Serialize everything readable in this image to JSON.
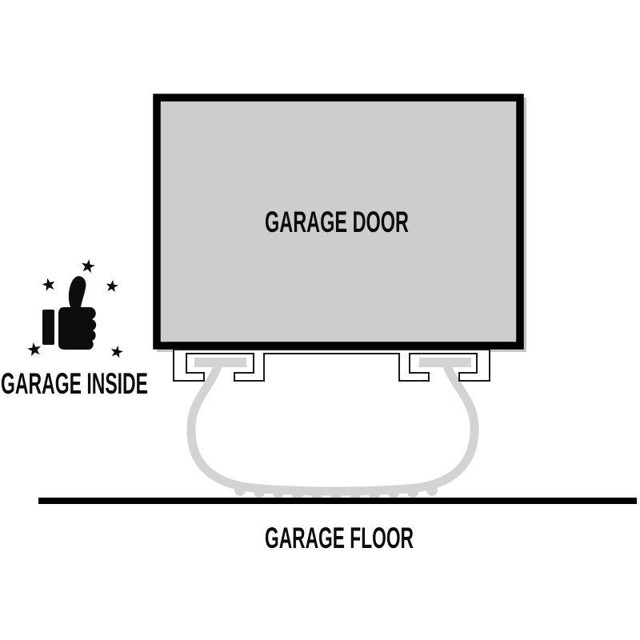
{
  "diagram": {
    "door_label": "GARAGE DOOR",
    "inside_label": "GARAGE INSIDE",
    "floor_label": "GARAGE FLOOR"
  },
  "colors": {
    "background": "#ffffff",
    "door_fill": "#cdcdcd",
    "door_border": "#000000",
    "door_shadow": "#c6c6c6",
    "retainer_fill": "#ffffff",
    "retainer_outline": "#1a1a1a",
    "seal_gray": "#d3d3d3",
    "floor_line": "#000000",
    "text": "#0d0d0d",
    "icon": "#0d0d0d"
  },
  "icons": {
    "approval": "thumbs-up-icon",
    "accents": "star-icon"
  }
}
